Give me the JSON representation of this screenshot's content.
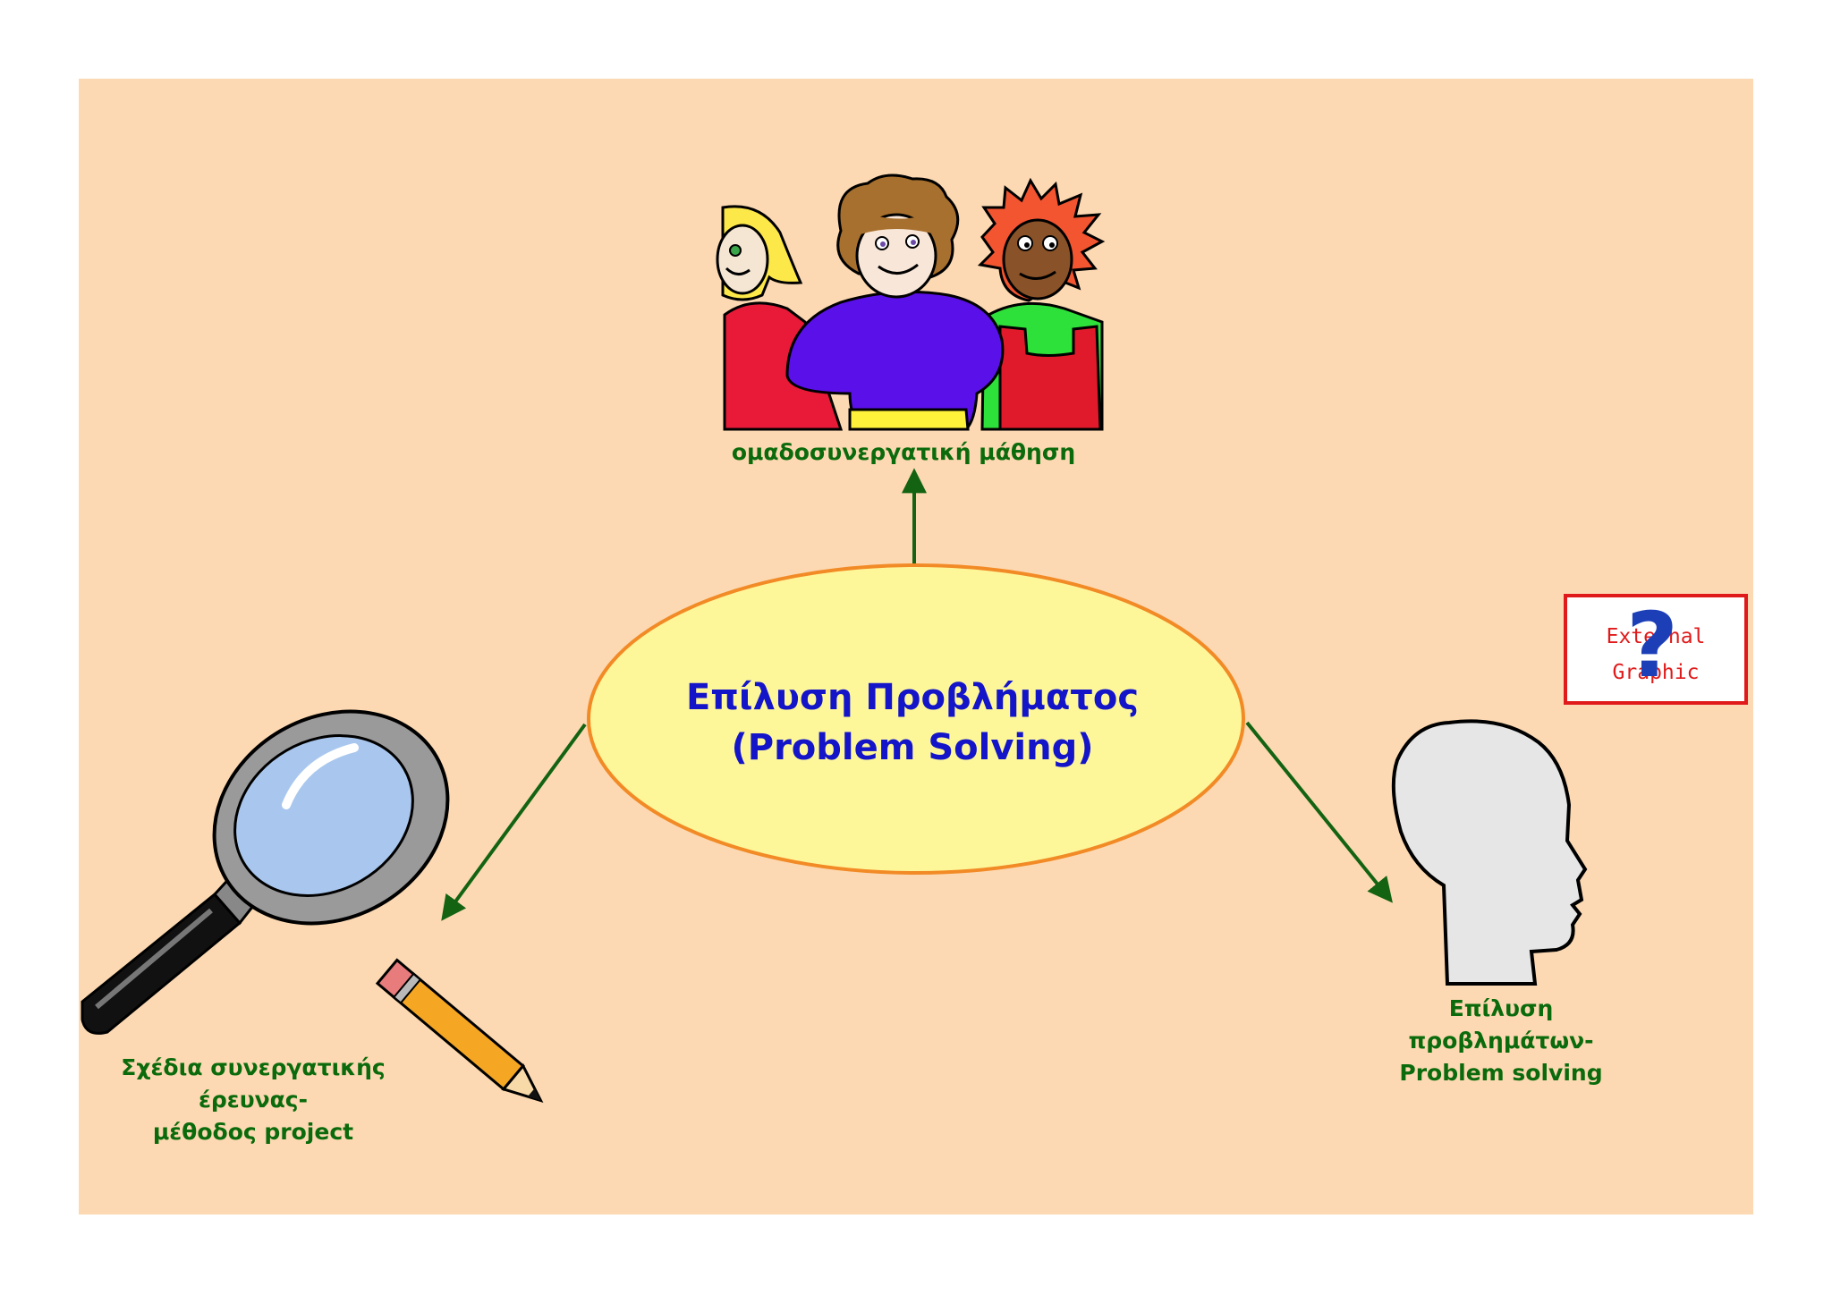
{
  "center": {
    "line1": "Επίλυση Προβλήματος",
    "line2": "(Problem Solving)"
  },
  "nodes": {
    "top": {
      "label": "ομαδοσυνεργατική μάθηση",
      "image": "group-of-children-illustration"
    },
    "left": {
      "label_line1": "Σχέδια συνεργατικής έρευνας-",
      "label_line2": "μέθοδος project",
      "image": "magnifying-glass-and-pencil-illustration"
    },
    "right": {
      "label_line1": "Επίλυση",
      "label_line2": "προβλημάτων-",
      "label_line3": "Problem solving",
      "image": "head-silhouette-illustration"
    }
  },
  "external_graphic": {
    "line1": "External",
    "line2": "Graphic",
    "symbol": "?"
  },
  "colors": {
    "background": "#fcd9b2",
    "ellipse_fill": "#fdf79a",
    "ellipse_stroke": "#f28a26",
    "arrow": "#136313",
    "node_label": "#0b6a0b",
    "center_text": "#1414c8",
    "ext_border": "#e01a1a"
  }
}
